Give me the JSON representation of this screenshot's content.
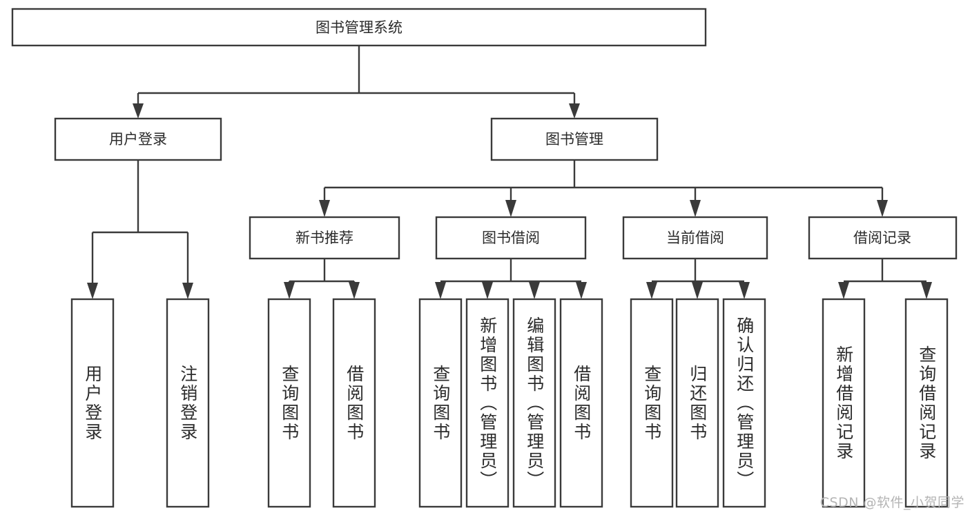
{
  "diagram": {
    "title": "图书管理系统",
    "watermark": "CSDN @软件_小贺同学",
    "colors": {
      "background": "#ffffff",
      "box_stroke": "#3a3a3a",
      "box_fill": "#ffffff",
      "text": "#2b2b2b",
      "watermark": "#b4b4b4"
    },
    "root": {
      "label": "图书管理系统"
    },
    "level2": [
      {
        "label": "用户登录"
      },
      {
        "label": "图书管理"
      }
    ],
    "level3": [
      {
        "label": "新书推荐"
      },
      {
        "label": "图书借阅"
      },
      {
        "label": "当前借阅"
      },
      {
        "label": "借阅记录"
      }
    ],
    "leaves": {
      "user_login": [
        {
          "label": "用户登录"
        },
        {
          "label": "注销登录"
        }
      ],
      "new_book_recommend": [
        {
          "label": "查询图书"
        },
        {
          "label": "借阅图书"
        }
      ],
      "book_borrow": [
        {
          "label": "查询图书"
        },
        {
          "label": "新增图书（管理员）"
        },
        {
          "label": "编辑图书（管理员）"
        },
        {
          "label": "借阅图书"
        }
      ],
      "current_borrow": [
        {
          "label": "查询图书"
        },
        {
          "label": "归还图书"
        },
        {
          "label": "确认归还（管理员）"
        }
      ],
      "borrow_record": [
        {
          "label": "新增借阅记录"
        },
        {
          "label": "查询借阅记录"
        }
      ]
    }
  }
}
